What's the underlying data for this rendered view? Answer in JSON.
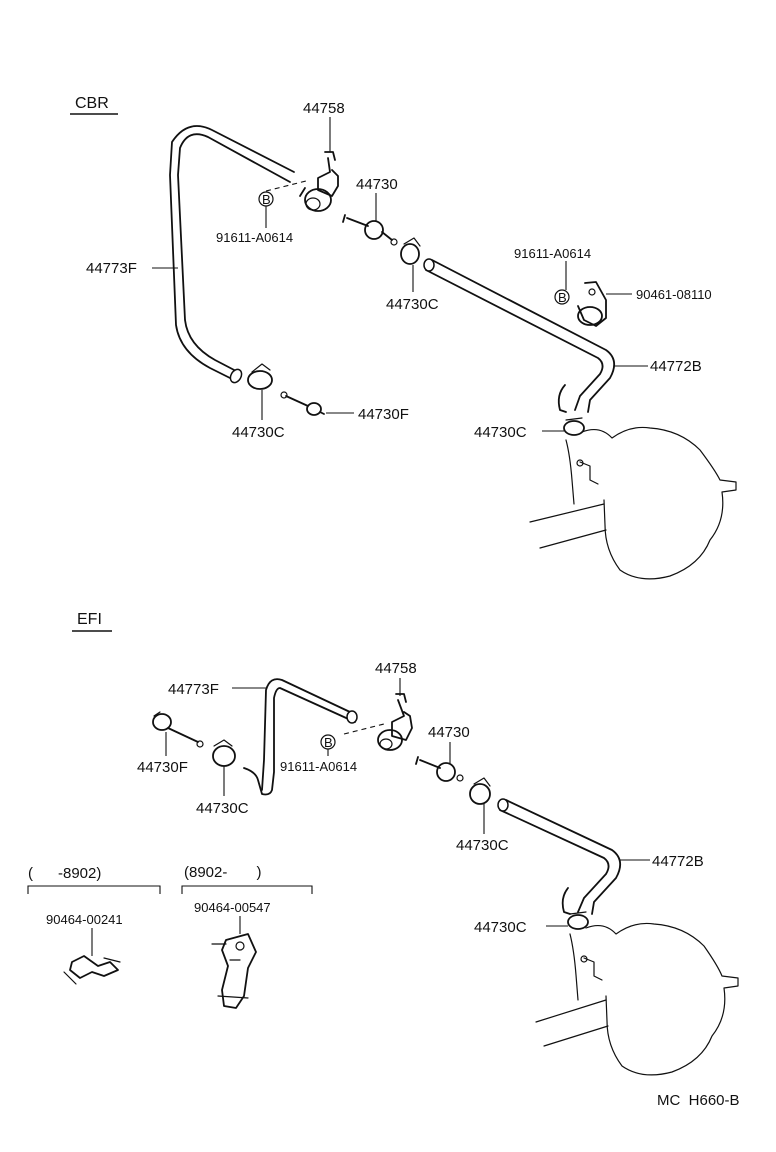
{
  "sections": {
    "cbr": {
      "title": "CBR",
      "labels": {
        "bracket": "44758",
        "valve": "44730",
        "bolt_left": "91611-A0614",
        "bolt_right": "91611-A0614",
        "clip": "90461-08110",
        "hose_f": "44773F",
        "hose_b": "44772B",
        "clamp_mid": "44730C",
        "clamp_low": "44730C",
        "clamp_tank": "44730C",
        "union": "44730F"
      },
      "bolt_mark": "B"
    },
    "efi": {
      "title": "EFI",
      "labels": {
        "bracket": "44758",
        "valve": "44730",
        "bolt": "91611-A0614",
        "hose_f": "44773F",
        "hose_b": "44772B",
        "union": "44730F",
        "clamp_left": "44730C",
        "clamp_mid": "44730C",
        "clamp_tank": "44730C"
      },
      "bolt_mark": "B",
      "variants": [
        {
          "range": "(      -8902)",
          "part": "90464-00241"
        },
        {
          "range": "(8902-       )",
          "part": "90464-00547"
        }
      ]
    }
  },
  "footer": {
    "code": "MC  H660-B"
  }
}
